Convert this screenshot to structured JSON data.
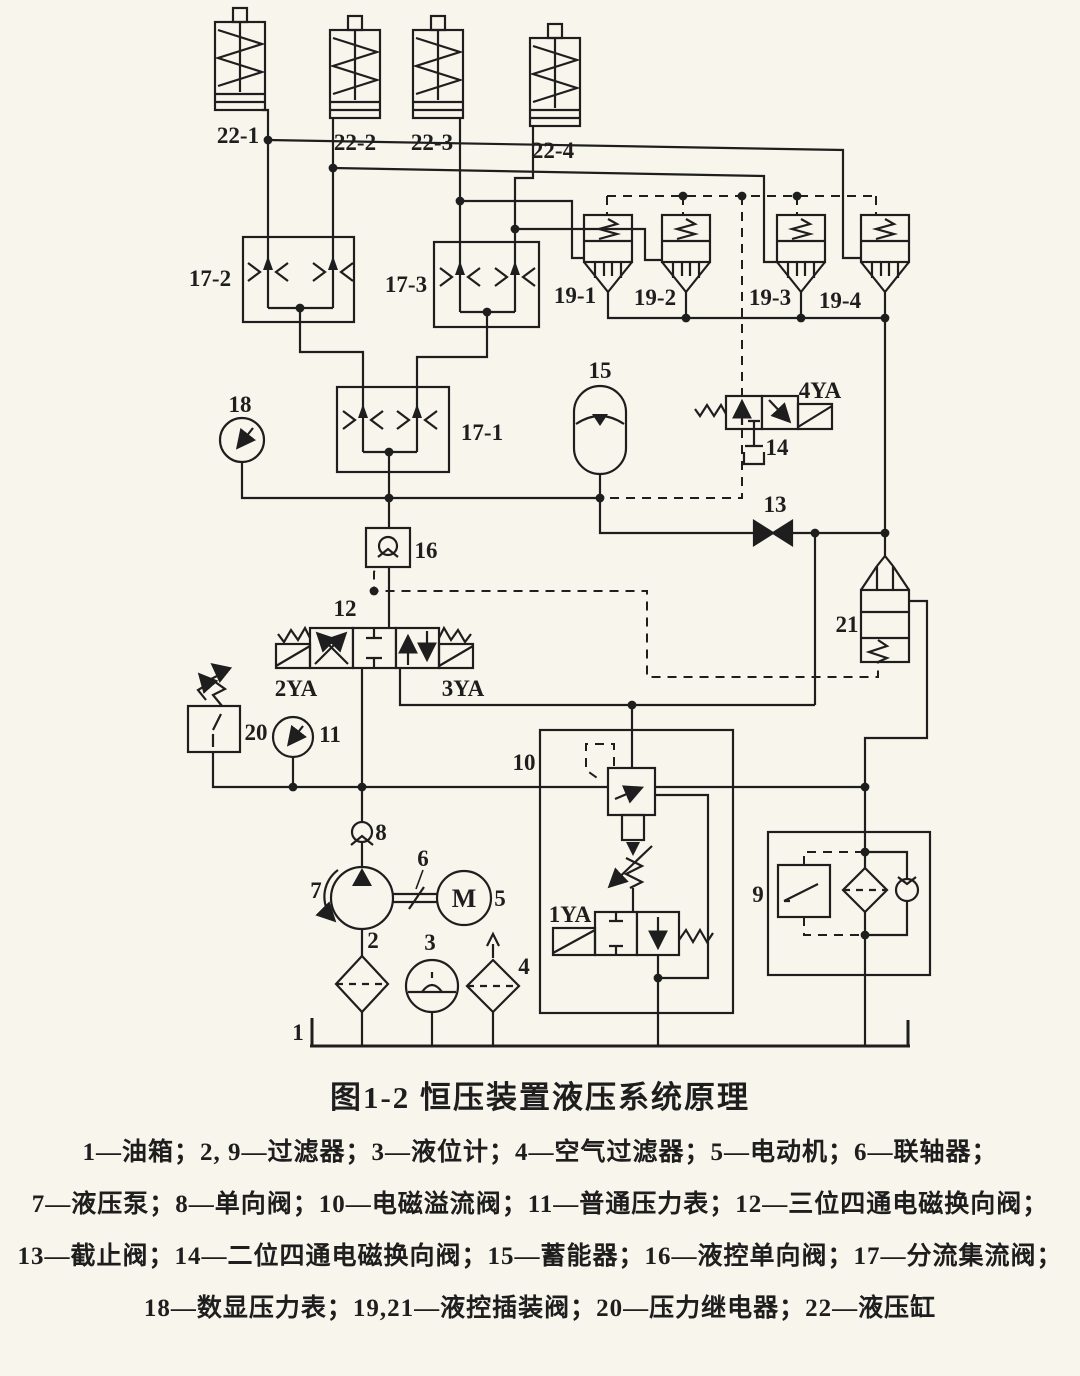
{
  "figure": {
    "title": "图1-2 恒压装置液压系统原理",
    "caption_lines": [
      "1—油箱；2, 9—过滤器；3—液位计；4—空气过滤器；5—电动机；6—联轴器；",
      "7—液压泵；8—单向阀；10—电磁溢流阀；11—普通压力表；12—三位四通电磁换向阀；",
      "13—截止阀；14—二位四通电磁换向阀；15—蓄能器；16—液控单向阀；17—分流集流阀；",
      "18—数显压力表；19,21—液控插装阀；20—压力继电器；22—液压缸"
    ]
  },
  "labels": {
    "c22_1": "22-1",
    "c22_2": "22-2",
    "c22_3": "22-3",
    "c22_4": "22-4",
    "d17_1": "17-1",
    "d17_2": "17-2",
    "d17_3": "17-3",
    "v19_1": "19-1",
    "v19_2": "19-2",
    "v19_3": "19-3",
    "v19_4": "19-4",
    "n1": "1",
    "n2": "2",
    "n3": "3",
    "n4": "4",
    "n5": "5",
    "n6": "6",
    "n7": "7",
    "n8": "8",
    "n9": "9",
    "n10": "10",
    "n11": "11",
    "n12": "12",
    "n13": "13",
    "n14": "14",
    "n15": "15",
    "n16": "16",
    "n18": "18",
    "n20": "20",
    "n21": "21",
    "sol1": "1YA",
    "sol2": "2YA",
    "sol3": "3YA",
    "sol4": "4YA",
    "motor": "M"
  },
  "colors": {
    "ink": "#1e1e1e",
    "paper": "#f8f5ec"
  }
}
